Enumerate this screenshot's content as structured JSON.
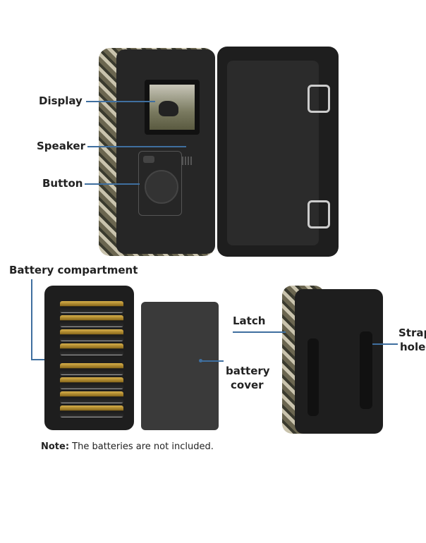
{
  "labels": {
    "display": "Display",
    "speaker": "Speaker",
    "button": "Button",
    "battery_compartment": "Battery compartment",
    "latch": "Latch",
    "battery_cover_line1": "battery",
    "battery_cover_line2": "cover",
    "strap_hole_line1": "Strap",
    "strap_hole_line2": "hole"
  },
  "note": {
    "prefix": "Note:",
    "text": " The batteries are not included."
  },
  "colors": {
    "callout": "#3f6f9f",
    "body": "#1e1e1e"
  }
}
